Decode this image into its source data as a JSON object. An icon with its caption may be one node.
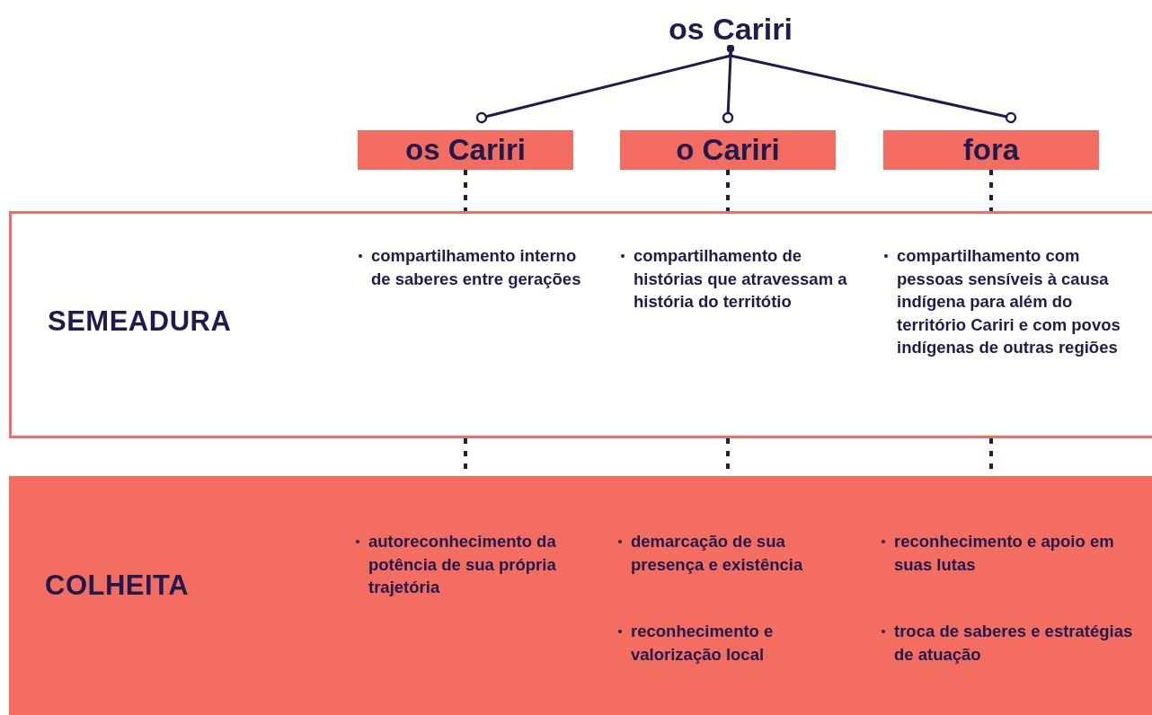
{
  "diagram": {
    "nodes": [
      {
        "text": [
          "os Cariri"
        ]
      },
      {
        "text": [
          "os Cariri"
        ]
      },
      {
        "text": [
          "o Cariri"
        ]
      },
      {
        "text": [
          "fora"
        ]
      },
      {
        "text": [
          "SEMEADURA",
          "compartilhamento interno de saberes entre gerações",
          "compartilhamento de histórias que atravessam a história do territótio",
          "compartilhamento com pessoas sensíveis à causa indígena para além do território Cariri e com povos indígenas de outras regiões"
        ]
      },
      {
        "text": [
          "COLHEITA",
          "autoreconhecimento da potência de sua própria trajetória",
          "demarcação de sua presença e existência",
          "reconhecimento e valorização local",
          "reconhecimento e apoio em suas lutas",
          "troca de saberes e estratégias de atuação"
        ]
      }
    ],
    "edges": [
      {
        "from": 0,
        "to": 1,
        "arrow": "other"
      },
      {
        "from": 0,
        "to": 2,
        "arrow": "other"
      },
      {
        "from": 0,
        "to": 3,
        "arrow": "other"
      },
      {
        "from": 1,
        "to": 4,
        "arrow": "none",
        "style": "dashed"
      },
      {
        "from": 2,
        "to": 4,
        "arrow": "none",
        "style": "dashed"
      },
      {
        "from": 3,
        "to": 4,
        "arrow": "none",
        "style": "dashed"
      },
      {
        "from": 4,
        "to": 5,
        "arrow": "none",
        "style": "dashed"
      },
      {
        "from": 4,
        "to": 5,
        "arrow": "none",
        "style": "dashed"
      },
      {
        "from": 4,
        "to": 5,
        "arrow": "none",
        "style": "dashed"
      }
    ]
  }
}
